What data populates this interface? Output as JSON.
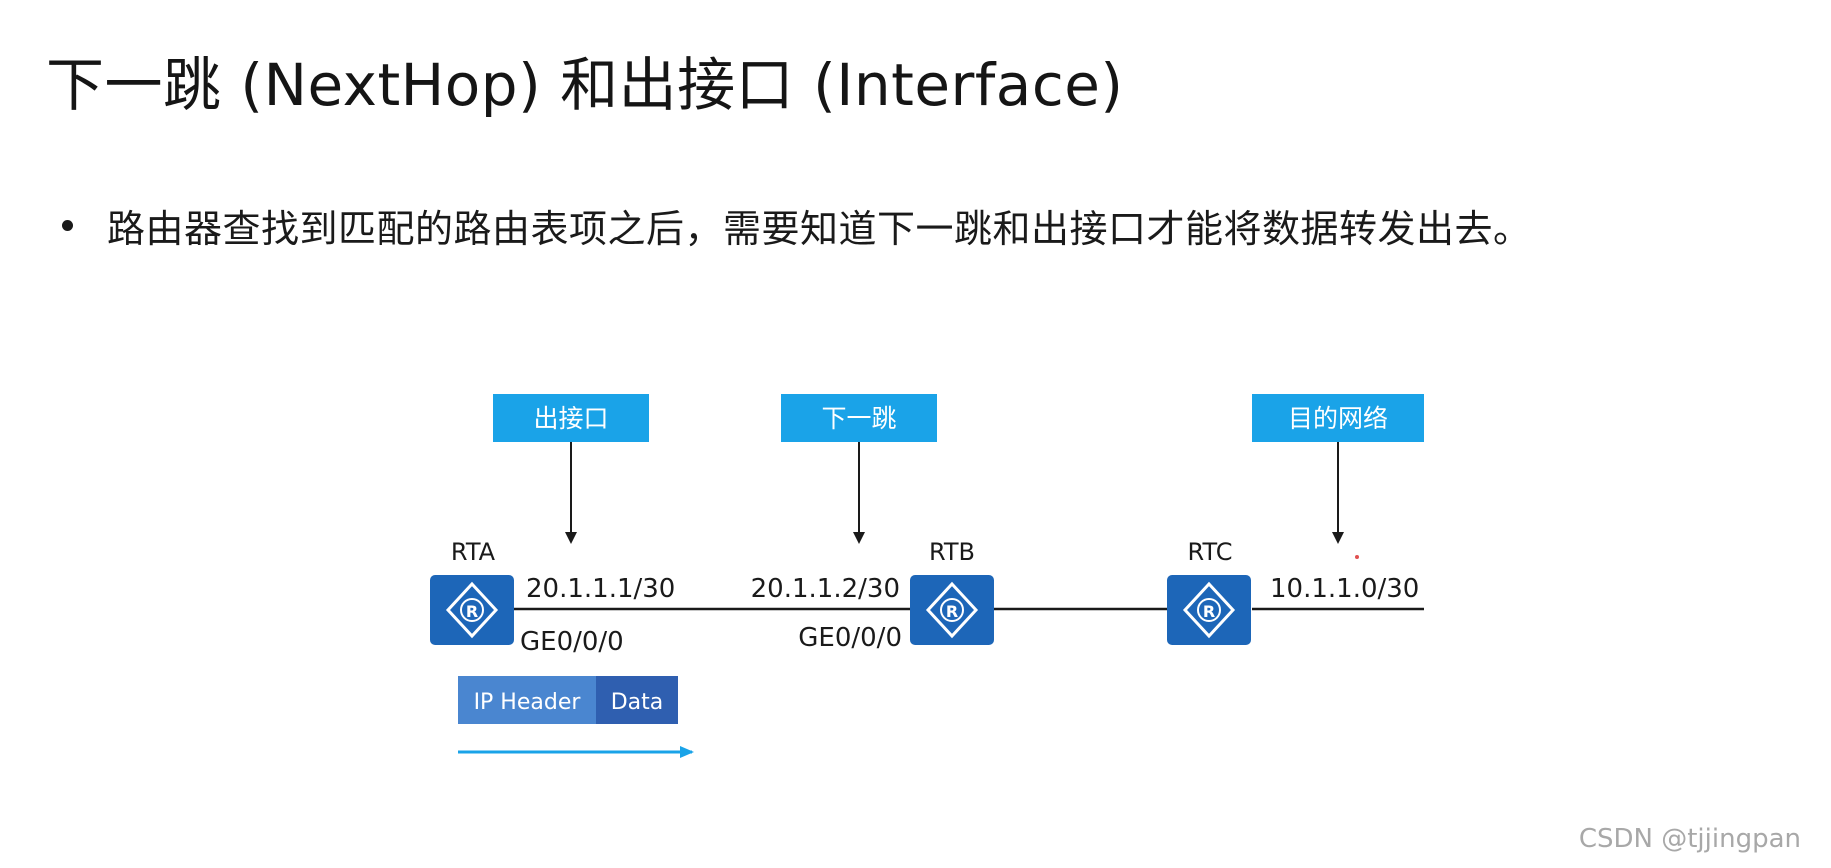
{
  "title": "下一跳 (NextHop) 和出接口 (Interface)",
  "bullet": "路由器查找到匹配的路由表项之后，需要知道下一跳和出接口才能将数据转发出去。",
  "callouts": {
    "out_interface": "出接口",
    "next_hop": "下一跳",
    "dest_network": "目的网络"
  },
  "routers": {
    "rta": "RTA",
    "rtb": "RTB",
    "rtc": "RTC",
    "router_glyph": "R"
  },
  "addresses": {
    "rta_ip": "20.1.1.1/30",
    "rta_if": "GE0/0/0",
    "rtb_ip": "20.1.1.2/30",
    "rtb_if": "GE0/0/0",
    "dest": "10.1.1.0/30"
  },
  "packet": {
    "header": "IP Header",
    "data": "Data"
  },
  "watermark": "CSDN @tjjingpan",
  "colors": {
    "callout_box": "#1aa3e8",
    "router": "#1d66b8",
    "packet_header": "#4a86d0",
    "packet_data": "#2f5fb0",
    "flow_arrow": "#1aa3e8"
  },
  "icons": {
    "router": "router-icon",
    "flow": "arrow-right-icon"
  }
}
